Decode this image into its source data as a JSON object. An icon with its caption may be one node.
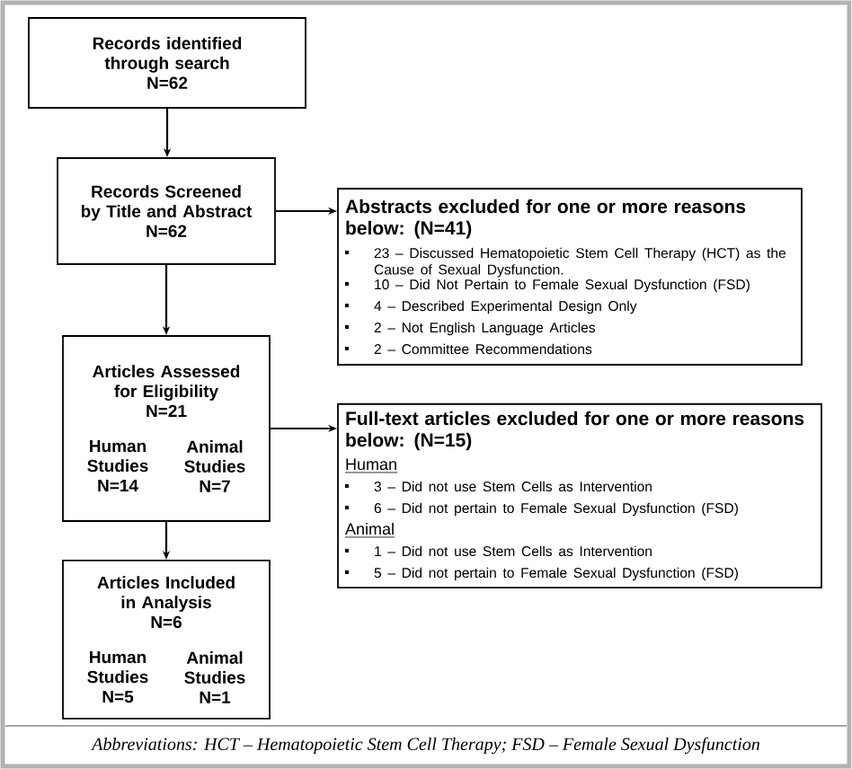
{
  "diagram": {
    "caption": "Abbreviations: HCT – Hematopoietic Stem Cell Therapy; FSD – Female Sexual Dysfunction",
    "nodes": [
      {
        "text": [
          "Records identified through search",
          "N=62"
        ]
      },
      {
        "text": [
          "Records Screened by Title and Abstract",
          "N=62"
        ]
      },
      {
        "text": [
          "Abstracts excluded for one or more reasons below: (N=41)",
          "23 – Discussed Hematopoietic Stem Cell Therapy (HCT) as the Cause of Sexual Dysfunction.",
          "10 – Did Not Pertain to Female Sexual Dysfunction (FSD)",
          "4 – Described Experimental Design Only",
          "2 – Not English Language Articles",
          "2 – Committee Recommendations"
        ]
      },
      {
        "text": [
          "Articles Assessed for Eligibility",
          "N=21",
          "Human Studies N=14",
          "Animal Studies N=7"
        ]
      },
      {
        "text": [
          "Full-text articles excluded for one or more reasons below: (N=15)",
          "Human",
          "3 – Did not use Stem Cells as Intervention",
          "6 – Did not pertain to Female Sexual Dysfunction (FSD)",
          "Animal",
          "1 – Did not use Stem Cells as Intervention",
          "5 – Did not pertain to Female Sexual Dysfunction (FSD)"
        ]
      },
      {
        "text": [
          "Articles Included in Analysis",
          "N=6",
          "Human Studies N=5",
          "Animal Studies N=1"
        ]
      }
    ],
    "edges": [
      {
        "from": 0,
        "to": 1,
        "arrow": "to"
      },
      {
        "from": 1,
        "to": 2,
        "arrow": "to"
      },
      {
        "from": 1,
        "to": 3,
        "arrow": "to"
      },
      {
        "from": 3,
        "to": 4,
        "arrow": "to"
      },
      {
        "from": 3,
        "to": 5,
        "arrow": "to"
      }
    ]
  }
}
